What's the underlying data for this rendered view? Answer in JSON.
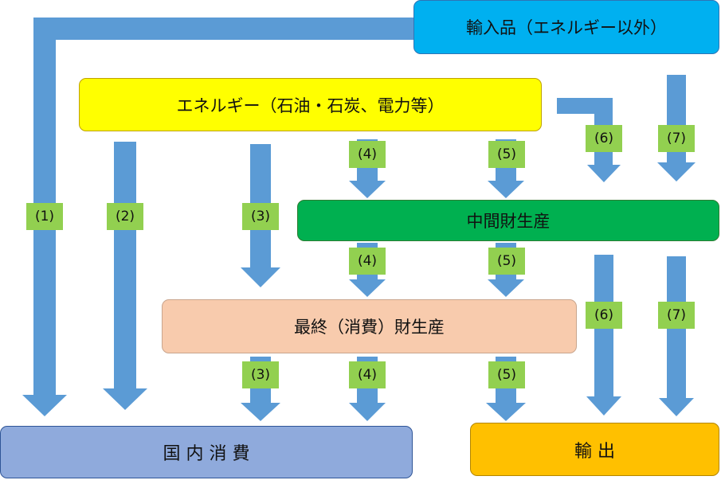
{
  "boxes": {
    "imports": "輸入品（エネルギー以外）",
    "energy": "エネルギー（石油・石炭、電力等）",
    "intermediate": "中間財生産",
    "final": "最終（消費）財生産",
    "domestic": "国 内 消 費",
    "exports": "輸 出"
  },
  "labels": {
    "l1": "(1)",
    "l2": "(2)",
    "l3": "(3)",
    "l4": "(4)",
    "l5": "(5)",
    "l6": "(6)",
    "l7": "(7)"
  },
  "colors": {
    "arrow": "#5b9bd5",
    "imports_fill": "#00b0f0",
    "energy_fill": "#ffff00",
    "intermediate_fill": "#00b050",
    "final_fill": "#f8cbad",
    "domestic_fill": "#8faadc",
    "exports_fill": "#ffc000",
    "label_fill": "#92d050"
  }
}
